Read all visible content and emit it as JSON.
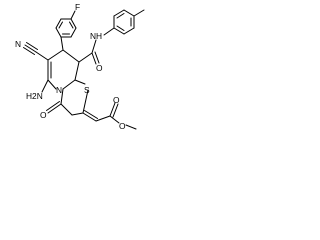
{
  "molecule": {
    "atoms": {
      "F": "F",
      "N_cyano": "N",
      "NH": "N",
      "H_amide": "H",
      "O_amide": "O",
      "H2N": "H2N",
      "N_ring": "N",
      "S": "S",
      "O_lactam": "O",
      "O_ester_carbonyl": "O",
      "O_ester": "O"
    },
    "colors": {
      "bond": "#000000",
      "label": "#000000",
      "background": "#ffffff"
    }
  }
}
